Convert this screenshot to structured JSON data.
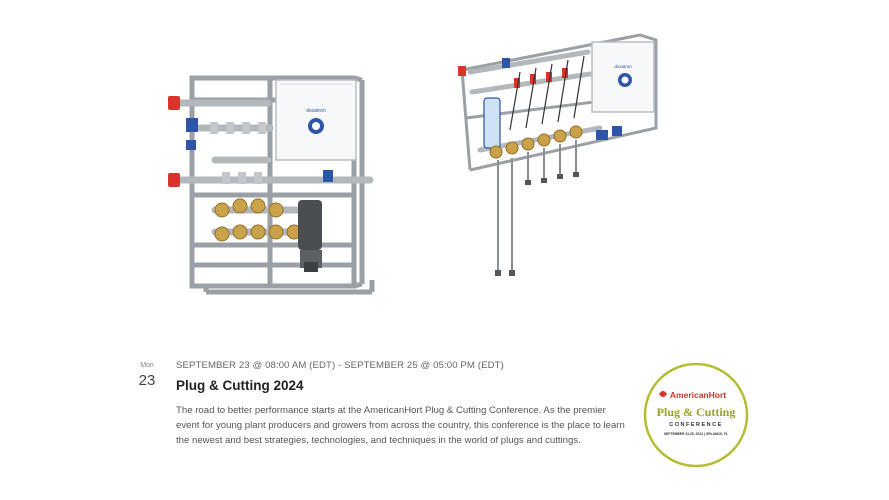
{
  "event": {
    "dow": "Mon",
    "day": "23",
    "time": "SEPTEMBER 23 @ 08:00 AM (EDT) - SEPTEMBER 25 @ 05:00 PM (EDT)",
    "title": "Plug & Cutting 2024",
    "description": "The road to better performance starts at the AmericanHort Plug & Cutting Conference. As the premier event for young plant producers and growers from across the country, this conference is the place to learn the newest and best strategies, technologies, and techniques in the world of plugs and cuttings."
  },
  "logo": {
    "brand": "AmericanHort",
    "name": "Plug & Cutting",
    "sub": "CONFERENCE",
    "dates": "SEPTEMBER 23-25, 2024 | ORLANDO, FL"
  },
  "colors": {
    "logo_ring": "#b5bd35",
    "logo_title": "#9aa124",
    "frame": "#9aa0a6",
    "valve_red": "#d9332b",
    "valve_blue": "#2d55a8",
    "brass": "#c9a24a"
  }
}
